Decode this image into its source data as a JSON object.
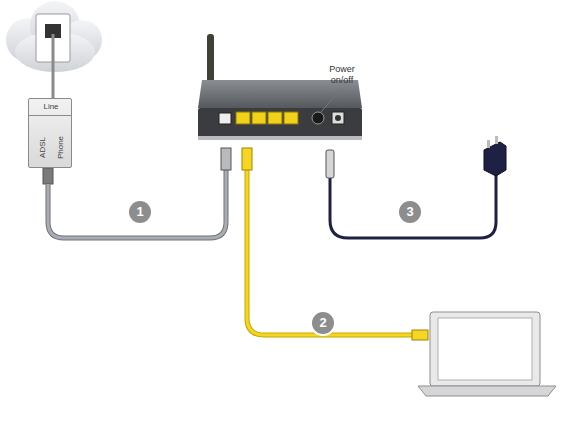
{
  "diagram": {
    "nodes": [
      {
        "text": [
          "Line",
          "ADSL",
          "Phone"
        ]
      }
    ],
    "labels": [
      "Power on/off",
      "1",
      "2",
      "3"
    ]
  }
}
